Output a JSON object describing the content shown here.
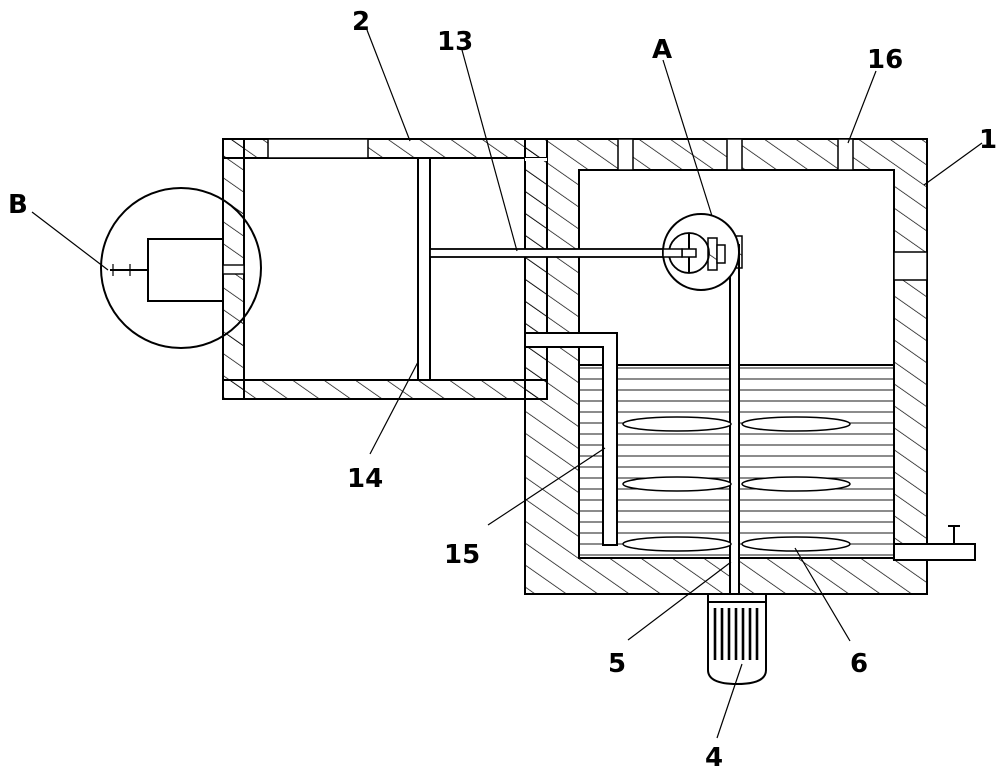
{
  "labels": {
    "l1": "1",
    "l2": "2",
    "l4": "4",
    "l5": "5",
    "l6": "6",
    "l13": "13",
    "l14": "14",
    "l15": "15",
    "l16": "16",
    "lA": "A",
    "lB": "B"
  }
}
